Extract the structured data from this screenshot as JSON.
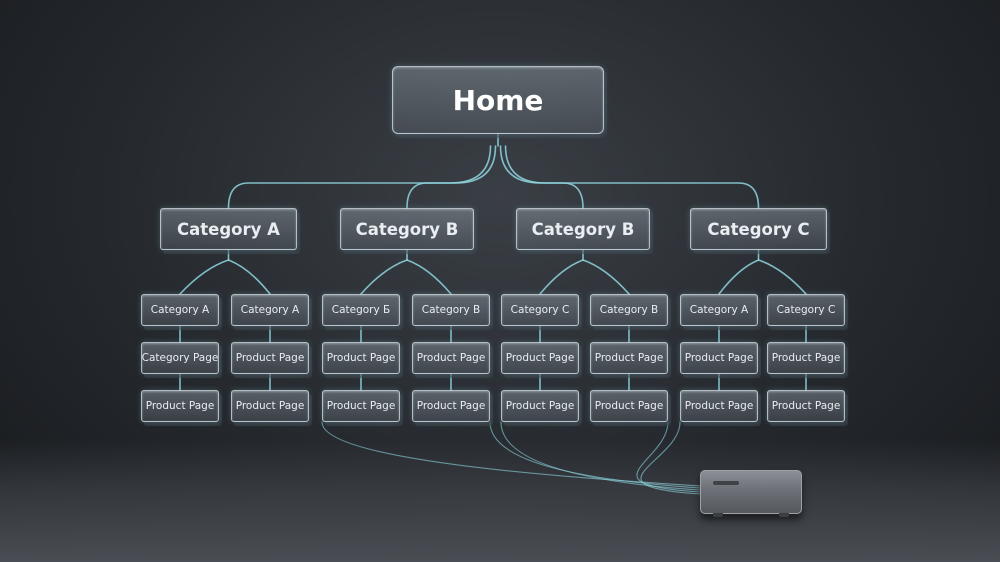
{
  "root": {
    "label": "Home"
  },
  "categories": [
    {
      "label": "Category A",
      "children": [
        {
          "items": [
            "Category A",
            "Category Page",
            "Product Page"
          ]
        },
        {
          "items": [
            "Category A",
            "Product Page",
            "Product Page"
          ]
        }
      ]
    },
    {
      "label": "Category B",
      "children": [
        {
          "items": [
            "Category Б",
            "Product Page",
            "Product Page"
          ]
        },
        {
          "items": [
            "Category B",
            "Product Page",
            "Product Page"
          ]
        }
      ]
    },
    {
      "label": "Category B",
      "children": [
        {
          "items": [
            "Category C",
            "Product Page",
            "Product Page"
          ]
        },
        {
          "items": [
            "Category B",
            "Product Page",
            "Product Page"
          ]
        }
      ]
    },
    {
      "label": "Category C",
      "children": [
        {
          "items": [
            "Category A",
            "Product Page",
            "Product Page"
          ]
        },
        {
          "items": [
            "Category C",
            "Product Page",
            "Product Page"
          ]
        }
      ]
    }
  ],
  "colors": {
    "connector": "#8fd6e0",
    "node_border": "#d7e6ee",
    "text": "#e9eef2"
  },
  "icons": {
    "device": "server-box-icon"
  }
}
